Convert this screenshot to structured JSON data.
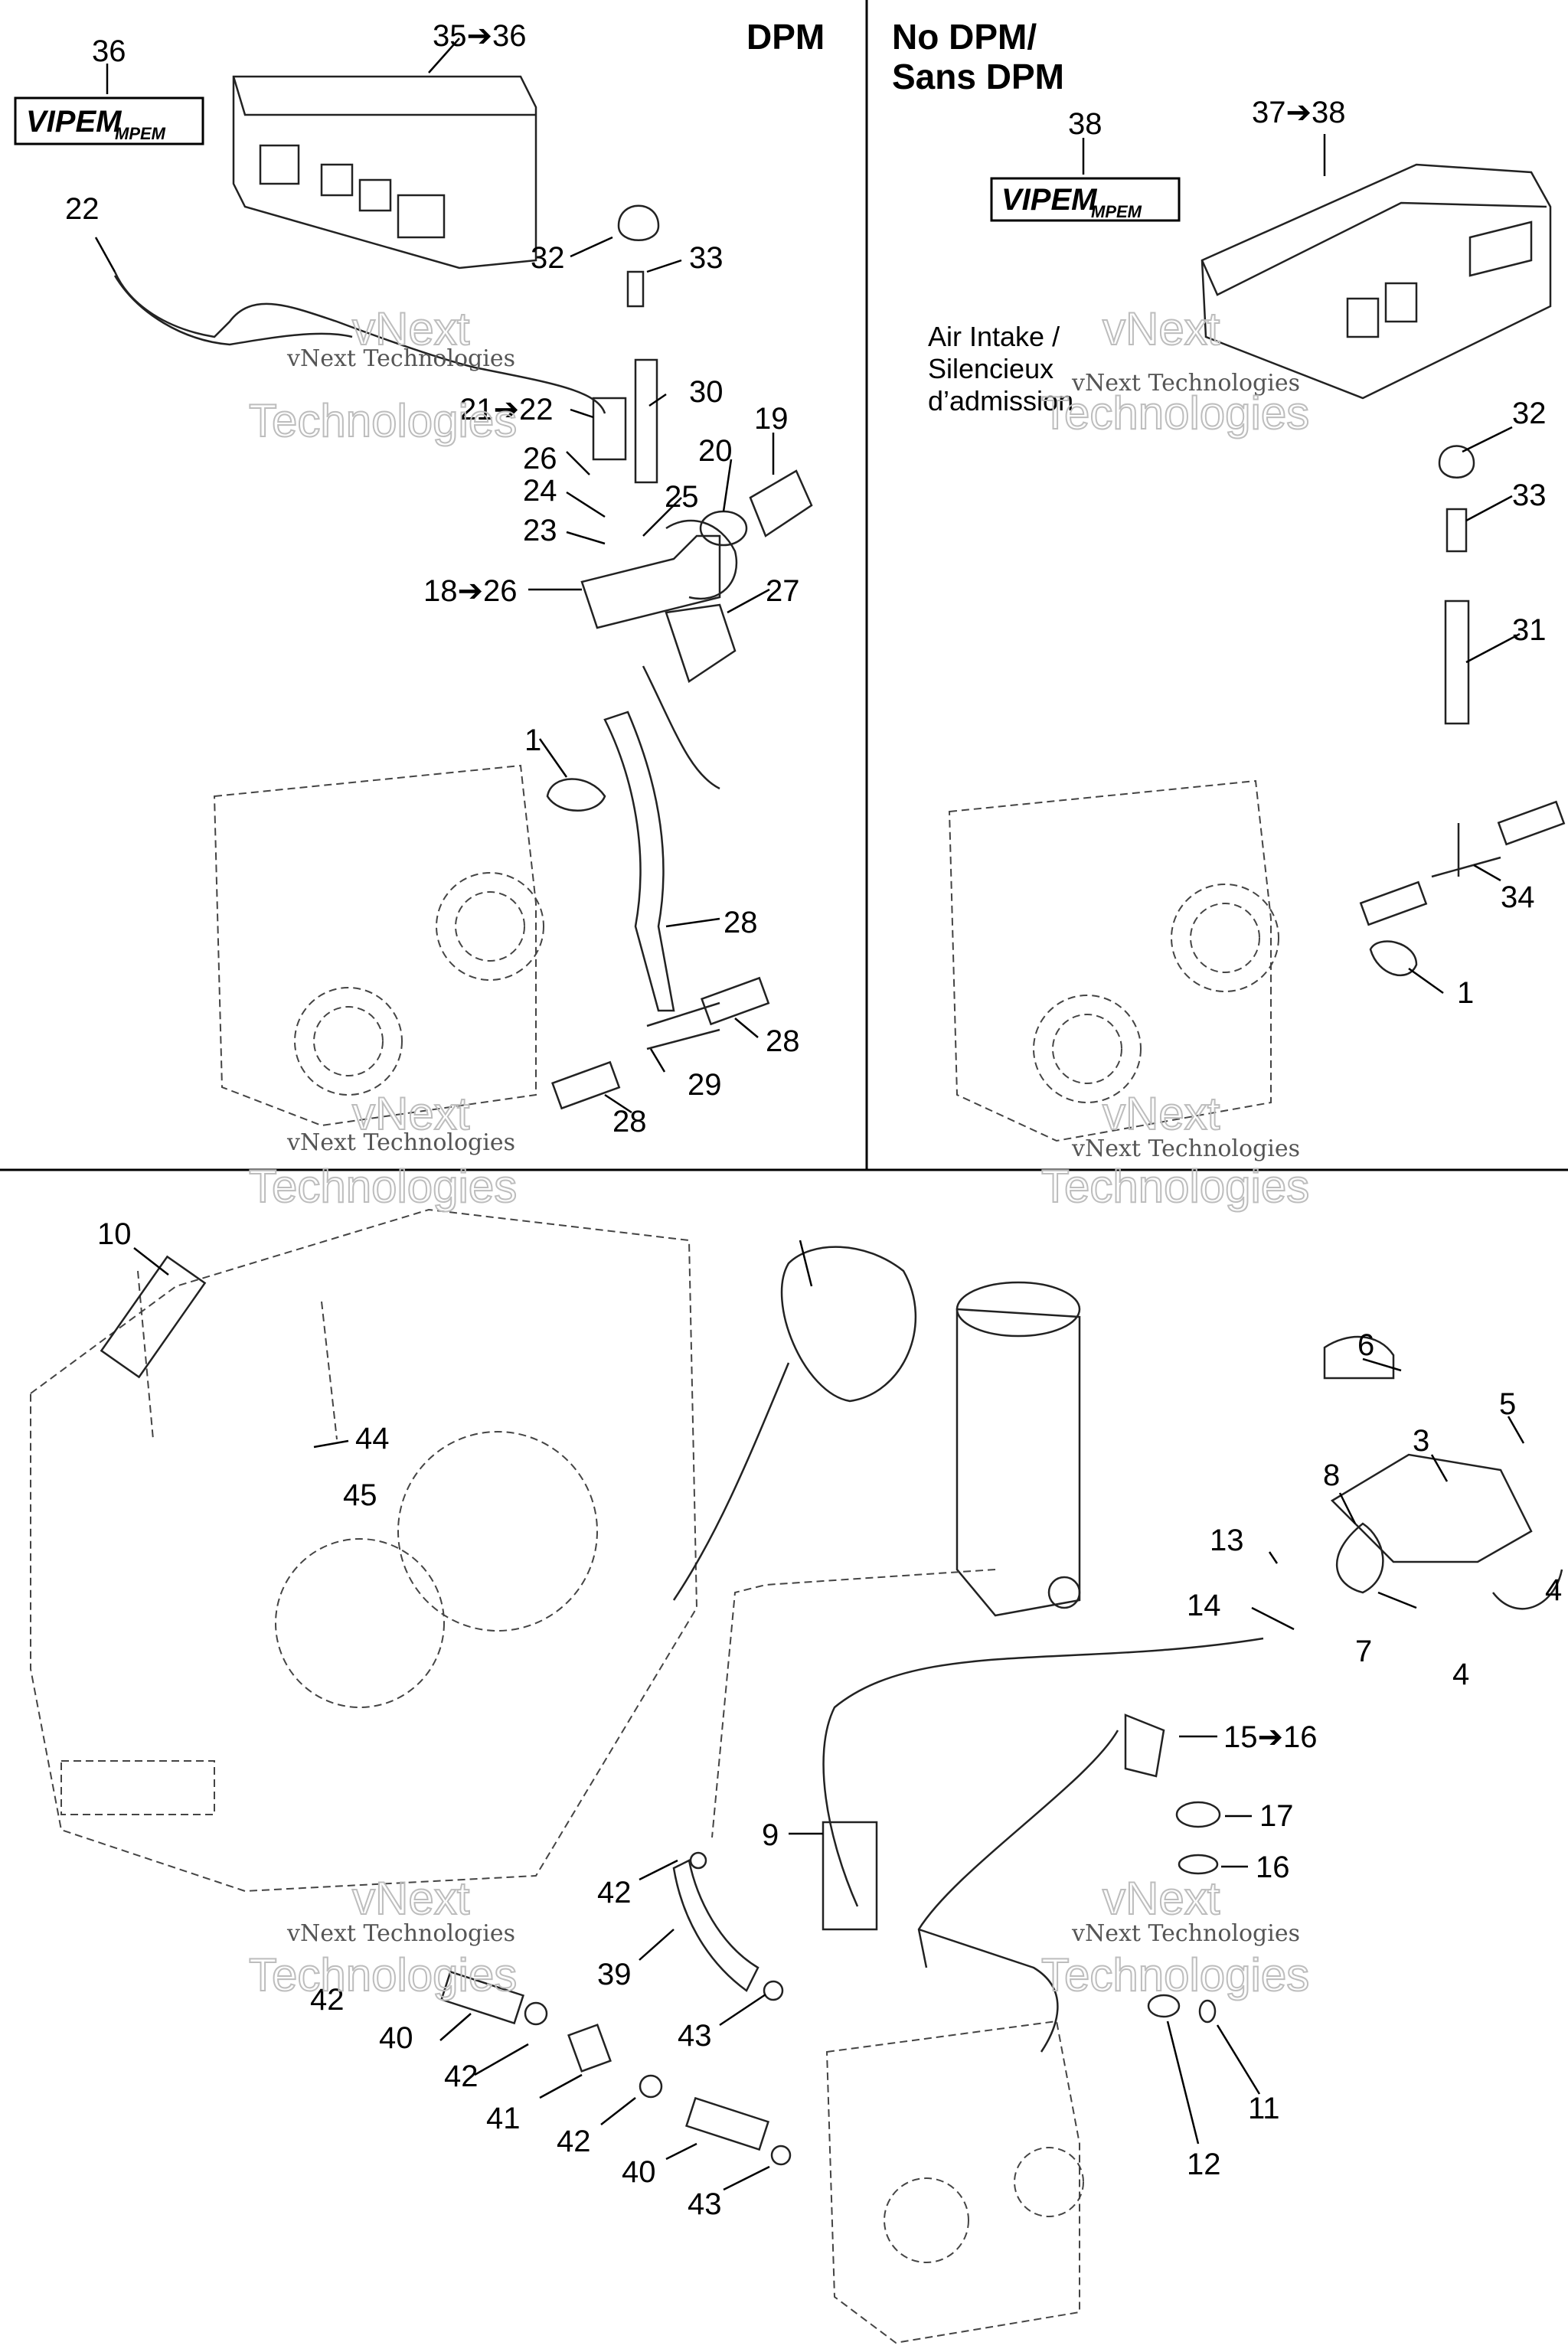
{
  "headers": {
    "dpm": "DPM",
    "no_dpm_line1": "No DPM/",
    "no_dpm_line2": "Sans DPM"
  },
  "air_intake": {
    "line1": "Air Intake /",
    "line2": "Silencieux",
    "line3": "d’admission"
  },
  "logo": {
    "big": "VIPEM",
    "small": "MPEM"
  },
  "watermark": {
    "line1": "vNext",
    "line2": "vNext Technologies",
    "line3": "Technologies"
  },
  "labels": {
    "l36": "36",
    "l35_36": "35➔36",
    "l22a": "22",
    "l32a": "32",
    "l33a": "33",
    "l21_22": "21➔22",
    "l30": "30",
    "l19": "19",
    "l20": "20",
    "l26": "26",
    "l24": "24",
    "l25": "25",
    "l23": "23",
    "l18_26": "18➔26",
    "l27": "27",
    "l1a": "1",
    "l28a": "28",
    "l28b": "28",
    "l29": "29",
    "l28c": "28",
    "l38": "38",
    "l37_38": "37➔38",
    "l32b": "32",
    "l33b": "33",
    "l31": "31",
    "l34": "34",
    "l1b": "1",
    "l10": "10",
    "l44": "44",
    "l45": "45",
    "l6": "6",
    "l5": "5",
    "l3": "3",
    "l8": "8",
    "l4a": "4",
    "l7": "7",
    "l4b": "4",
    "l13": "13",
    "l14": "14",
    "l15_16": "15➔16",
    "l17": "17",
    "l16": "16",
    "l9": "9",
    "l42a": "42",
    "l39": "39",
    "l43a": "43",
    "l42b": "42",
    "l40a": "40",
    "l42c": "42",
    "l41": "41",
    "l42d": "42",
    "l40b": "40",
    "l43b": "43",
    "l12": "12",
    "l11": "11"
  }
}
